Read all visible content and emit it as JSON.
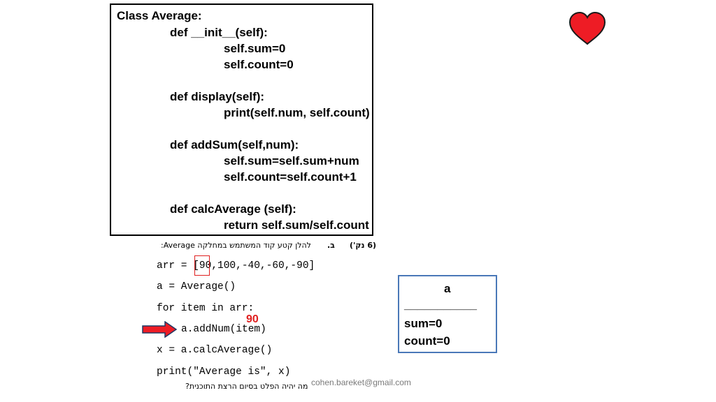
{
  "class_box": {
    "lines": [
      "Class Average:",
      "def __init__(self):",
      "self.sum=0",
      "self.count=0",
      "def display(self):",
      "print(self.num, self.count)",
      "def addSum(self,num):",
      "self.sum=self.sum+num",
      "self.count=self.count+1",
      "def calcAverage (self):",
      "return self.sum/self.count"
    ]
  },
  "question": {
    "points": "(6 נק')",
    "letter": "ב.",
    "text": "להלן קטע קוד המשתמש במחלקה Average:",
    "footer": "מה יהיה הפלט בסיום הרצת התוכנית?"
  },
  "code": {
    "lines": [
      "arr = [90,100,-40,-60,-90]",
      "a = Average()",
      "for item in arr:",
      "a.addNum(item)",
      "x = a.calcAverage()",
      "print(\"Average is\", x)"
    ],
    "current_item": "90"
  },
  "object_box": {
    "name": "a",
    "separator": "___________",
    "sum": "sum=0",
    "count": "count=0"
  },
  "email": "cohen.bareket@gmail.com",
  "colors": {
    "highlight": "#e02020",
    "heart": "#ee1c25",
    "object_border": "#4a78b8"
  },
  "icons": {
    "heart": "heart-icon",
    "arrow": "arrow-right-icon"
  }
}
